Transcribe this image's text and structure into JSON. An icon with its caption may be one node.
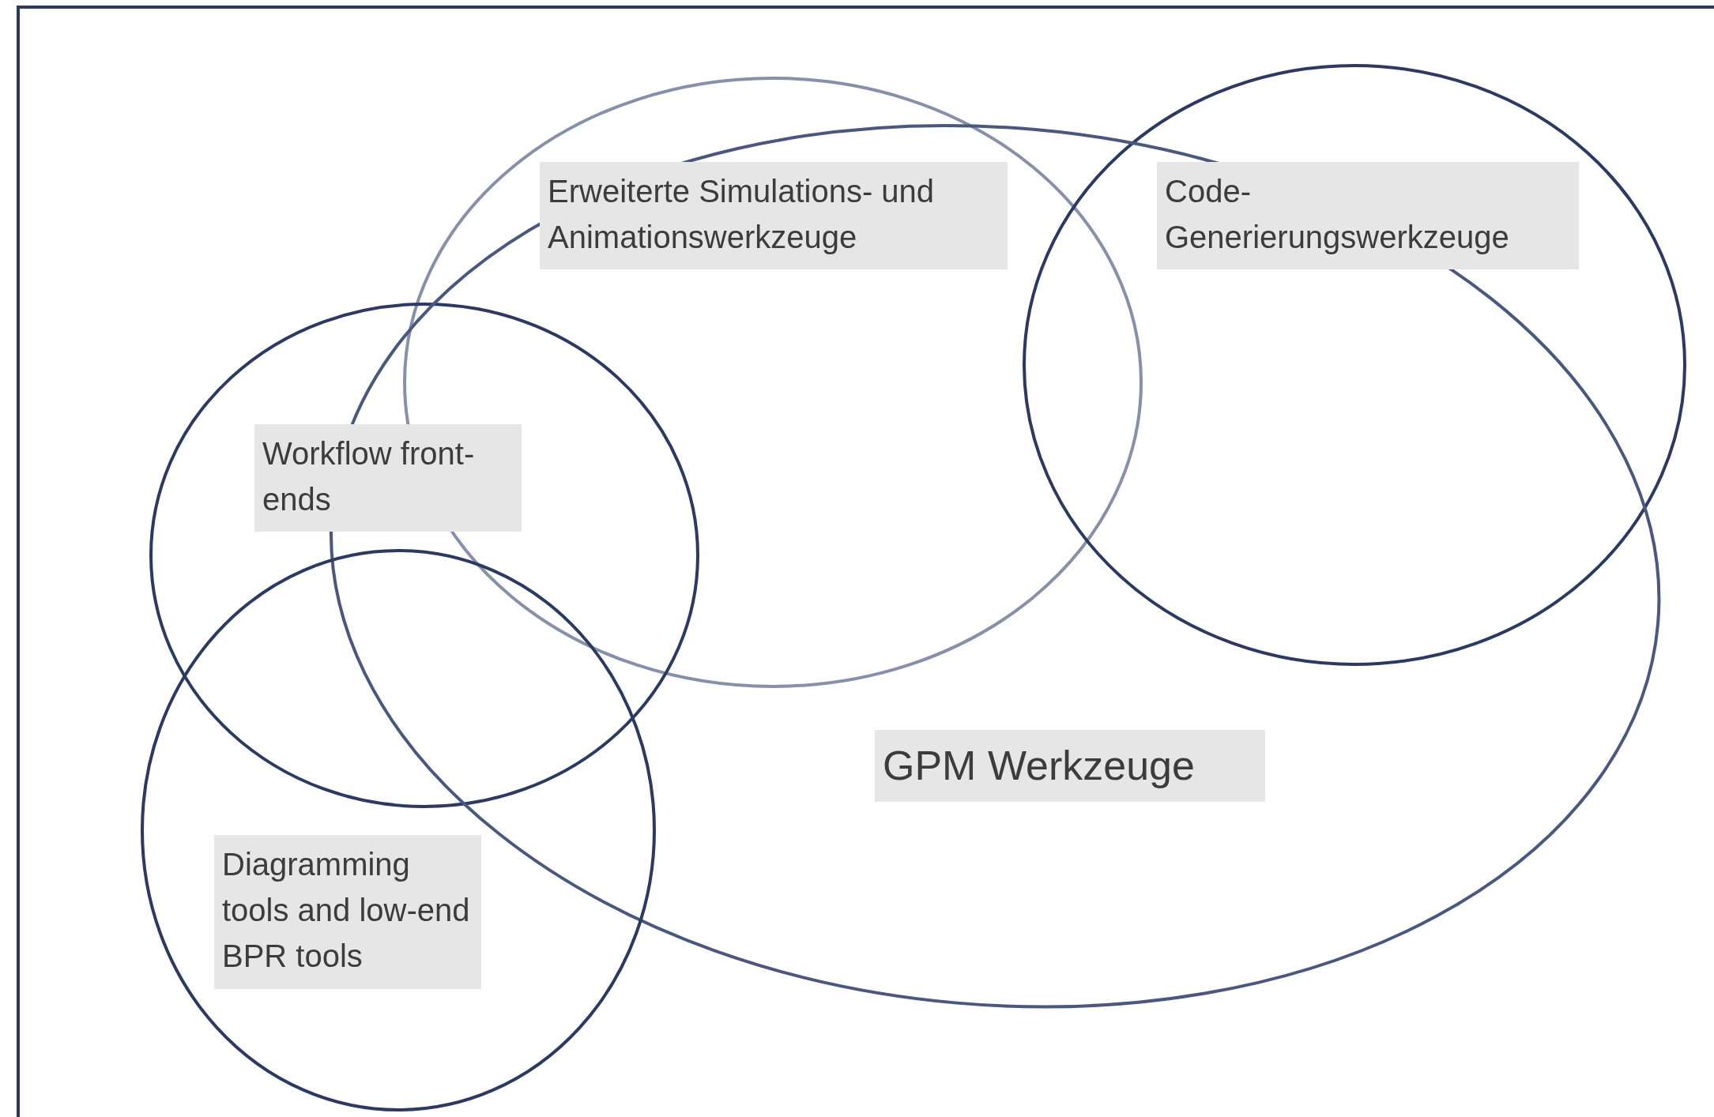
{
  "diagram": {
    "nodes": [
      {
        "text": [
          "Erweiterte Simulations- und Animationswerkzeuge"
        ]
      },
      {
        "text": [
          "Code-Generierungswerkzeuge"
        ]
      },
      {
        "text": [
          "Workflow front-ends"
        ]
      },
      {
        "text": [
          "GPM Werkzeuge"
        ]
      },
      {
        "text": [
          "Diagramming tools and low-end BPR tools"
        ]
      }
    ],
    "edges": []
  }
}
